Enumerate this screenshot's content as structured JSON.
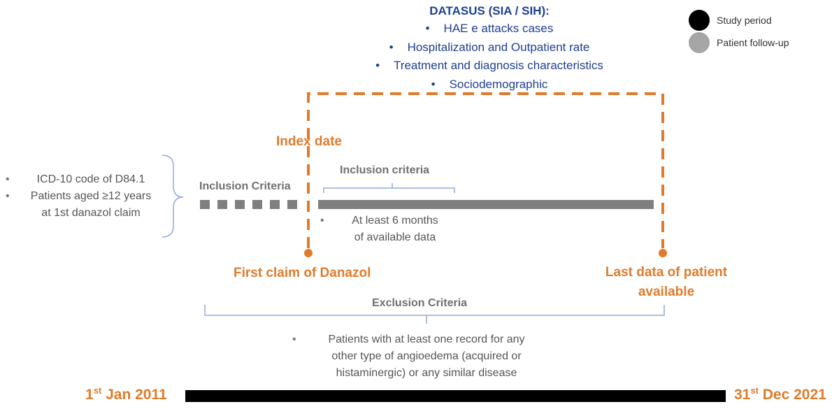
{
  "datasus": {
    "title": "DATASUS (SIA / SIH):",
    "items": [
      "HAE e attacks cases",
      "Hospitalization and Outpatient rate",
      "Treatment and diagnosis characteristics",
      "Sociodemographic"
    ]
  },
  "legend": [
    {
      "label": "Study period",
      "color": "#000000"
    },
    {
      "label": "Patient follow-up",
      "color": "#a6a6a6"
    }
  ],
  "left_criteria": {
    "item1": "ICD-10 code of D84.1",
    "item2_line1": "Patients aged ≥12 years",
    "item2_line2": "at 1st danazol claim"
  },
  "labels": {
    "index_date": "Index date",
    "inclusion_criteria_caps": "Inclusion Criteria",
    "inclusion_criteria_lower": "Inclusion criteria",
    "six_months_line1": "At least 6 months",
    "six_months_line2": "of available data",
    "first_claim": "First claim of Danazol",
    "last_data_line1": "Last data of patient",
    "last_data_line2": "available",
    "exclusion_criteria": "Exclusion Criteria",
    "exclusion_line1": "Patients with at least one record for any",
    "exclusion_line2": "other type of angioedema (acquired or",
    "exclusion_line3": "histaminergic) or any similar disease"
  },
  "timeline": {
    "start_num": "1",
    "start_sup": "st",
    "start_rest": " Jan 2011",
    "end_num": "31",
    "end_sup": "st",
    "end_rest": " Dec 2021"
  },
  "colors": {
    "orange": "#e07b2b",
    "navy": "#1f3f8f",
    "grey_bar": "#7f7f7f",
    "bracket_blue": "#8faadc",
    "black": "#000000"
  }
}
